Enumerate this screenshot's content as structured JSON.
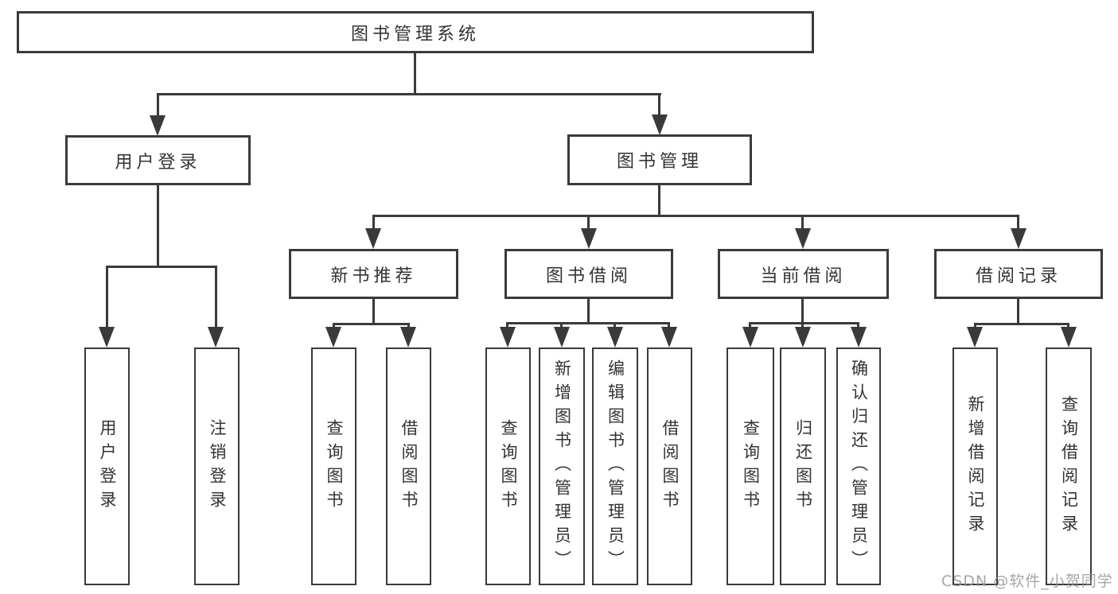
{
  "diagram": {
    "root": {
      "label": "图书管理系统"
    },
    "level2": [
      {
        "label": "用户登录"
      },
      {
        "label": "图书管理"
      }
    ],
    "level3": [
      {
        "label": "新书推荐"
      },
      {
        "label": "图书借阅"
      },
      {
        "label": "当前借阅"
      },
      {
        "label": "借阅记录"
      }
    ],
    "leaves": {
      "user_login": [
        "用户登录",
        "注销登录"
      ],
      "new_books": [
        "查询图书",
        "借阅图书"
      ],
      "book_borrow": [
        "查询图书",
        "新增图书（管理员）",
        "编辑图书（管理员）",
        "借阅图书"
      ],
      "current_borrow": [
        "查询图书",
        "归还图书",
        "确认归还（管理员）"
      ],
      "borrow_records": [
        "新增借阅记录",
        "查询借阅记录"
      ]
    }
  },
  "watermark": {
    "text": "CSDN @软件_小贺同学"
  },
  "colors": {
    "line": "#3a3a3a",
    "text": "#333333",
    "background": "#ffffff",
    "watermark": "#969696"
  }
}
